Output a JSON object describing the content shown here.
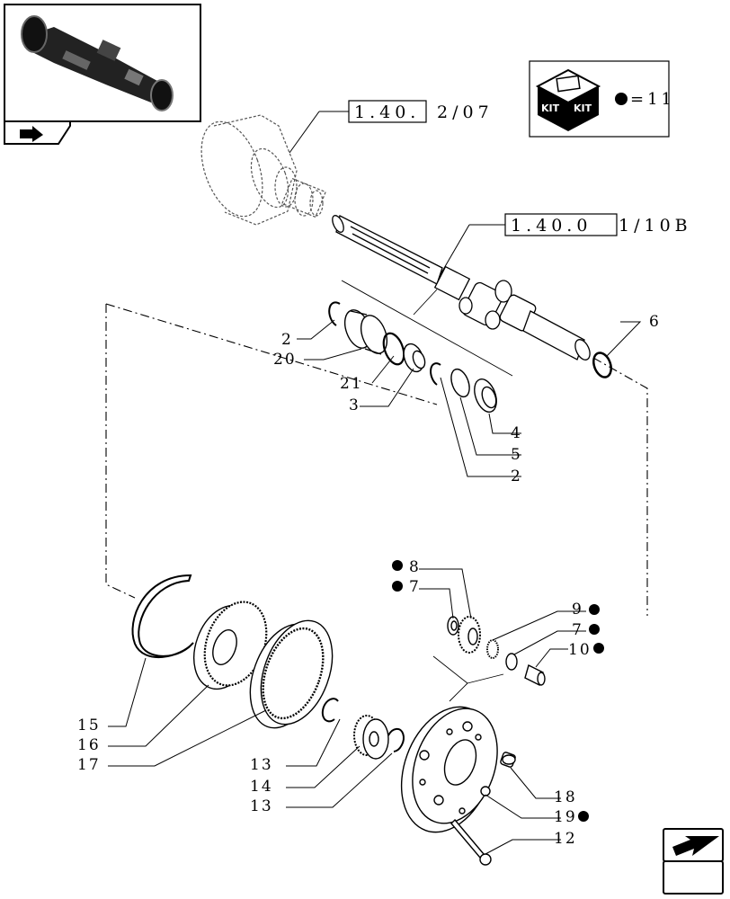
{
  "references": {
    "upper": {
      "box_text": "1.40.",
      "tail_text": "2/07"
    },
    "lower": {
      "box_text": "1.40.0",
      "tail_text": "1/10B"
    }
  },
  "kit": {
    "label_left": "KIT",
    "label_right": "KIT",
    "legend_text": "=11"
  },
  "callouts": {
    "c2a": "2",
    "c20": "20",
    "c21": "21",
    "c3": "3",
    "c4": "4",
    "c5": "5",
    "c2b": "2",
    "c6": "6",
    "c8": "8",
    "c7a": "7",
    "c9": "9",
    "c7b": "7",
    "c10": "10",
    "c15": "15",
    "c16": "16",
    "c17": "17",
    "c13a": "13",
    "c14": "14",
    "c13b": "13",
    "c18": "18",
    "c19": "19",
    "c12": "12"
  },
  "colors": {
    "line": "#000000",
    "ghost": "#555555",
    "background": "#ffffff"
  }
}
